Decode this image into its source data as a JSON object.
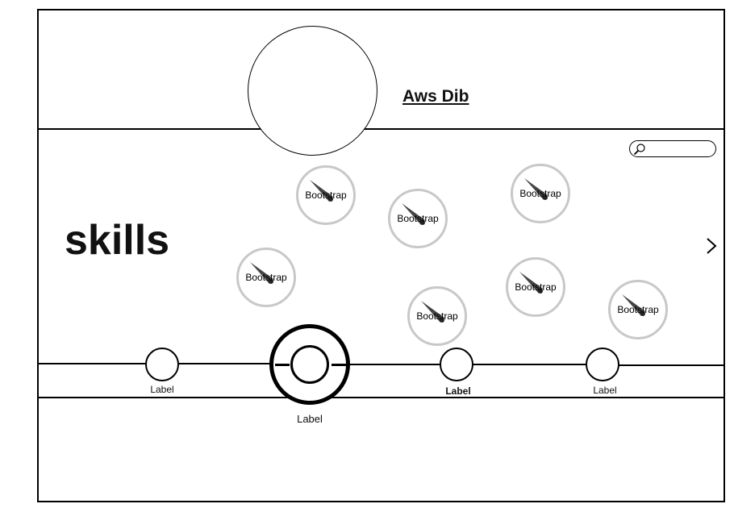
{
  "header": {
    "title": "Aws Dib"
  },
  "search": {
    "placeholder": "",
    "value": ""
  },
  "main": {
    "heading": "skills"
  },
  "skills": [
    {
      "label": "Bootstrap"
    },
    {
      "label": "Bootstrap"
    },
    {
      "label": "Bootstrap"
    },
    {
      "label": "Bootstrap"
    },
    {
      "label": "Bootstrap"
    },
    {
      "label": "Bootstrap"
    },
    {
      "label": "Bootstrap"
    }
  ],
  "timeline": {
    "nodes": [
      {
        "label": "Label"
      },
      {
        "label": "Label"
      },
      {
        "label": "Label"
      },
      {
        "label": "Label"
      }
    ]
  },
  "icons": {
    "search": "search-icon",
    "next": "chevron-right-icon"
  },
  "colors": {
    "line": "#000000",
    "gauge_border": "#c8c8c8",
    "needle": "#444444"
  }
}
